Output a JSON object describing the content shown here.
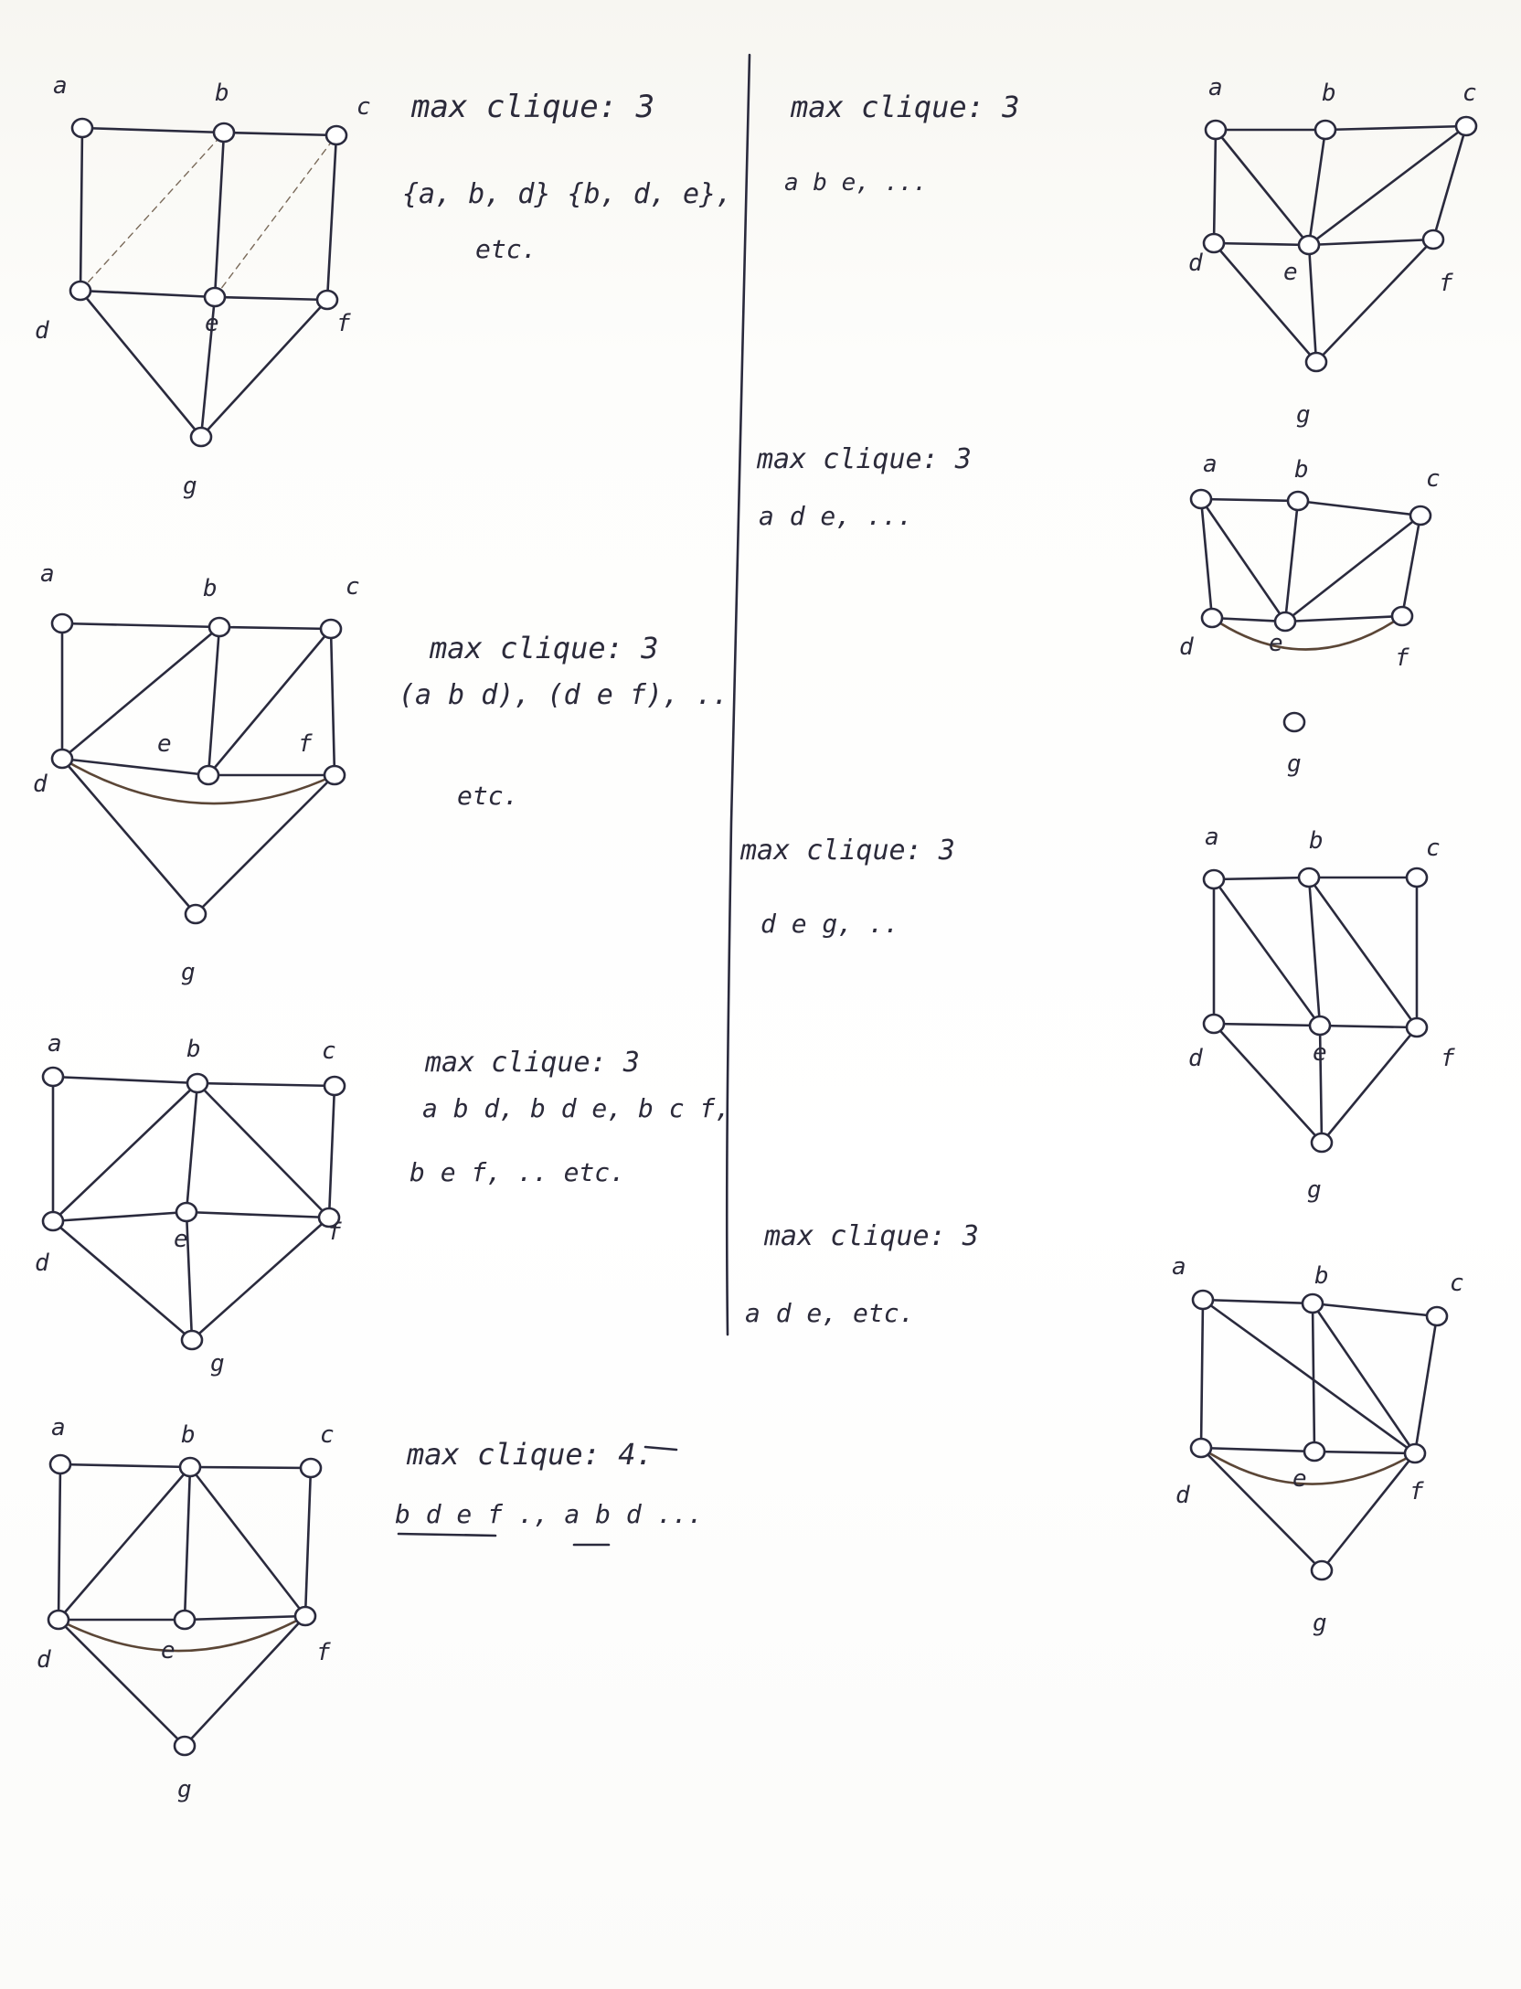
{
  "notes": [
    {
      "lines": [
        "max clique: 3",
        "{a, b, d} {b, d, e},",
        "etc."
      ]
    },
    {
      "lines": [
        "max clique: 3",
        "(a b d), (d e f), ..",
        "etc."
      ]
    },
    {
      "lines": [
        "max clique: 3",
        "a b d, b d e, b c f,",
        "b e f, .. etc."
      ]
    },
    {
      "lines": [
        "max clique: 4.",
        "b d e f ., a b d ..."
      ]
    },
    {
      "lines": [
        "max clique: 3",
        "a b e, ..."
      ]
    },
    {
      "lines": [
        "max clique: 3",
        "a d e, ..."
      ]
    },
    {
      "lines": [
        "max clique: 3",
        "d e g, .."
      ]
    },
    {
      "lines": [
        "max clique: 3",
        "a d e, etc."
      ]
    }
  ],
  "graphs": [
    {
      "nodes": [
        "a",
        "b",
        "c",
        "d",
        "e",
        "f",
        "g"
      ],
      "edges": [
        [
          "a",
          "b"
        ],
        [
          "b",
          "c"
        ],
        [
          "a",
          "d"
        ],
        [
          "b",
          "e"
        ],
        [
          "c",
          "f"
        ],
        [
          "d",
          "e"
        ],
        [
          "e",
          "f"
        ],
        [
          "d",
          "g"
        ],
        [
          "e",
          "g"
        ],
        [
          "f",
          "g"
        ]
      ],
      "dashed_edges": [
        [
          "d",
          "b"
        ],
        [
          "e",
          "c"
        ]
      ],
      "curved_edges": []
    },
    {
      "nodes": [
        "a",
        "b",
        "c",
        "d",
        "e",
        "f",
        "g"
      ],
      "edges": [
        [
          "a",
          "b"
        ],
        [
          "b",
          "c"
        ],
        [
          "a",
          "d"
        ],
        [
          "b",
          "d"
        ],
        [
          "b",
          "e"
        ],
        [
          "c",
          "f"
        ],
        [
          "c",
          "e"
        ],
        [
          "d",
          "e"
        ],
        [
          "e",
          "f"
        ],
        [
          "d",
          "g"
        ],
        [
          "f",
          "g"
        ]
      ],
      "dashed_edges": [],
      "curved_edges": [
        [
          "d",
          "f"
        ]
      ]
    },
    {
      "nodes": [
        "a",
        "b",
        "c",
        "d",
        "e",
        "f",
        "g"
      ],
      "edges": [
        [
          "a",
          "b"
        ],
        [
          "b",
          "c"
        ],
        [
          "a",
          "d"
        ],
        [
          "b",
          "d"
        ],
        [
          "b",
          "e"
        ],
        [
          "b",
          "f"
        ],
        [
          "c",
          "f"
        ],
        [
          "d",
          "e"
        ],
        [
          "e",
          "f"
        ],
        [
          "d",
          "g"
        ],
        [
          "e",
          "g"
        ],
        [
          "f",
          "g"
        ]
      ],
      "dashed_edges": [],
      "curved_edges": []
    },
    {
      "nodes": [
        "a",
        "b",
        "c",
        "d",
        "e",
        "f",
        "g"
      ],
      "edges": [
        [
          "a",
          "b"
        ],
        [
          "b",
          "c"
        ],
        [
          "a",
          "d"
        ],
        [
          "b",
          "d"
        ],
        [
          "b",
          "e"
        ],
        [
          "b",
          "f"
        ],
        [
          "c",
          "f"
        ],
        [
          "d",
          "e"
        ],
        [
          "e",
          "f"
        ],
        [
          "d",
          "g"
        ],
        [
          "f",
          "g"
        ]
      ],
      "dashed_edges": [],
      "curved_edges": [
        [
          "d",
          "f"
        ]
      ]
    },
    {
      "nodes": [
        "a",
        "b",
        "c",
        "d",
        "e",
        "f",
        "g"
      ],
      "edges": [
        [
          "a",
          "b"
        ],
        [
          "b",
          "c"
        ],
        [
          "a",
          "d"
        ],
        [
          "a",
          "e"
        ],
        [
          "b",
          "e"
        ],
        [
          "c",
          "e"
        ],
        [
          "c",
          "f"
        ],
        [
          "d",
          "e"
        ],
        [
          "e",
          "f"
        ],
        [
          "d",
          "g"
        ],
        [
          "e",
          "g"
        ],
        [
          "f",
          "g"
        ]
      ],
      "dashed_edges": [],
      "curved_edges": []
    },
    {
      "nodes": [
        "a",
        "b",
        "c",
        "d",
        "e",
        "f",
        "g"
      ],
      "edges": [
        [
          "a",
          "b"
        ],
        [
          "b",
          "c"
        ],
        [
          "a",
          "d"
        ],
        [
          "a",
          "e"
        ],
        [
          "b",
          "e"
        ],
        [
          "c",
          "e"
        ],
        [
          "c",
          "f"
        ],
        [
          "d",
          "e"
        ],
        [
          "e",
          "f"
        ]
      ],
      "dashed_edges": [],
      "curved_edges": [
        [
          "d",
          "f"
        ]
      ]
    },
    {
      "nodes": [
        "a",
        "b",
        "c",
        "d",
        "e",
        "f",
        "g"
      ],
      "edges": [
        [
          "a",
          "b"
        ],
        [
          "b",
          "c"
        ],
        [
          "a",
          "d"
        ],
        [
          "a",
          "e"
        ],
        [
          "b",
          "e"
        ],
        [
          "b",
          "f"
        ],
        [
          "c",
          "f"
        ],
        [
          "d",
          "e"
        ],
        [
          "e",
          "f"
        ],
        [
          "d",
          "g"
        ],
        [
          "e",
          "g"
        ],
        [
          "f",
          "g"
        ]
      ],
      "dashed_edges": [],
      "curved_edges": []
    },
    {
      "nodes": [
        "a",
        "b",
        "c",
        "d",
        "e",
        "f",
        "g"
      ],
      "edges": [
        [
          "a",
          "b"
        ],
        [
          "b",
          "c"
        ],
        [
          "a",
          "d"
        ],
        [
          "a",
          "f"
        ],
        [
          "b",
          "e"
        ],
        [
          "b",
          "f"
        ],
        [
          "c",
          "f"
        ],
        [
          "d",
          "e"
        ],
        [
          "e",
          "f"
        ],
        [
          "d",
          "g"
        ],
        [
          "f",
          "g"
        ]
      ],
      "dashed_edges": [],
      "curved_edges": [
        [
          "d",
          "f"
        ]
      ]
    }
  ]
}
